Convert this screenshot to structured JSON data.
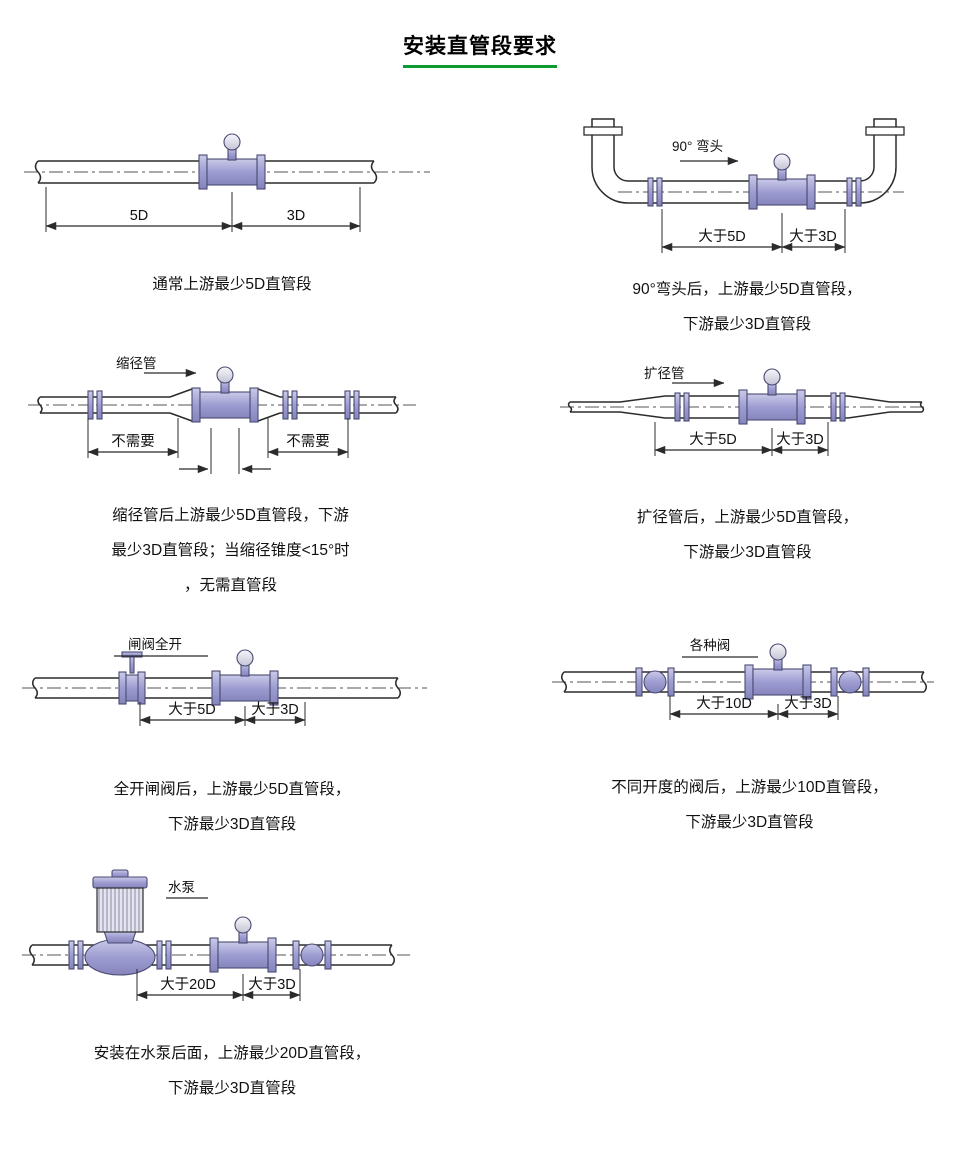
{
  "page_title": "安装直管段要求",
  "colors": {
    "accent_green": "#0d9a31",
    "meter_purple": "#9d9dd2",
    "line": "#2b2b2b"
  },
  "diagrams": [
    {
      "name": "straight-pipe",
      "dims": {
        "upstream": "5D",
        "downstream": "3D"
      },
      "caption": [
        "通常上游最少5D直管段"
      ]
    },
    {
      "name": "elbow-90",
      "component_label": "90° 弯头",
      "dims": {
        "upstream": "大于5D",
        "downstream": "大于3D"
      },
      "caption": [
        "90°弯头后，上游最少5D直管段，",
        "下游最少3D直管段"
      ]
    },
    {
      "name": "reducer",
      "component_label": "缩径管",
      "dims": {
        "upstream": "不需要",
        "downstream": "不需要"
      },
      "caption": [
        "缩径管后上游最少5D直管段，下游",
        "最少3D直管段；当缩径锥度<15°时",
        "，无需直管段"
      ]
    },
    {
      "name": "expander",
      "component_label": "扩径管",
      "dims": {
        "upstream": "大于5D",
        "downstream": "大于3D"
      },
      "caption": [
        "扩径管后，上游最少5D直管段，",
        "下游最少3D直管段"
      ]
    },
    {
      "name": "gate-valve",
      "component_label": "闸阀全开",
      "dims": {
        "upstream": "大于5D",
        "downstream": "大于3D"
      },
      "caption": [
        "全开闸阀后，上游最少5D直管段，",
        "下游最少3D直管段"
      ]
    },
    {
      "name": "various-valves",
      "component_label": "各种阀",
      "dims": {
        "upstream": "大于10D",
        "downstream": "大于3D"
      },
      "caption": [
        "不同开度的阀后，上游最少10D直管段，",
        "下游最少3D直管段"
      ]
    },
    {
      "name": "water-pump",
      "component_label": "水泵",
      "dims": {
        "upstream": "大于20D",
        "downstream": "大于3D"
      },
      "caption": [
        "安装在水泵后面，上游最少20D直管段，",
        "下游最少3D直管段"
      ]
    }
  ]
}
